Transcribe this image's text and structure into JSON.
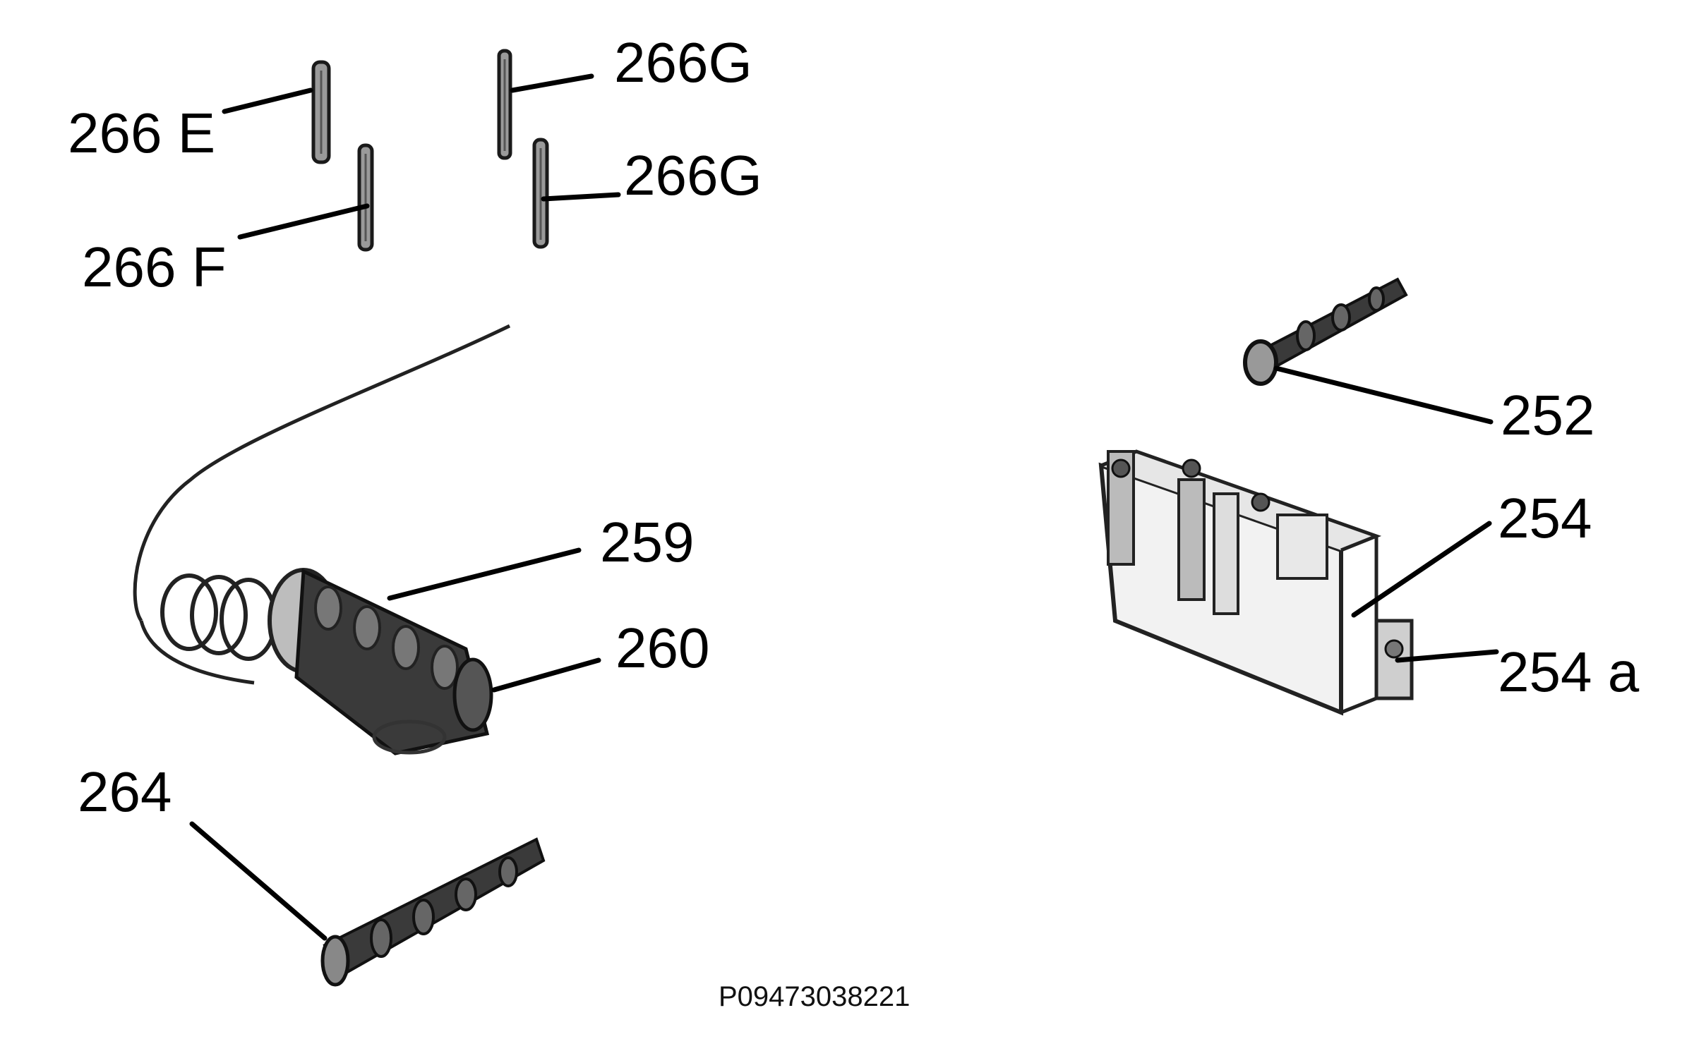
{
  "diagram": {
    "labels": {
      "l266e": "266 E",
      "l266g_top": "266G",
      "l266g_mid": "266G",
      "l266f": "266 F",
      "l252": "252",
      "l254": "254",
      "l254a": "254 a",
      "l259": "259",
      "l260": "260",
      "l264": "264"
    },
    "drawing_code": "P09473038221"
  }
}
